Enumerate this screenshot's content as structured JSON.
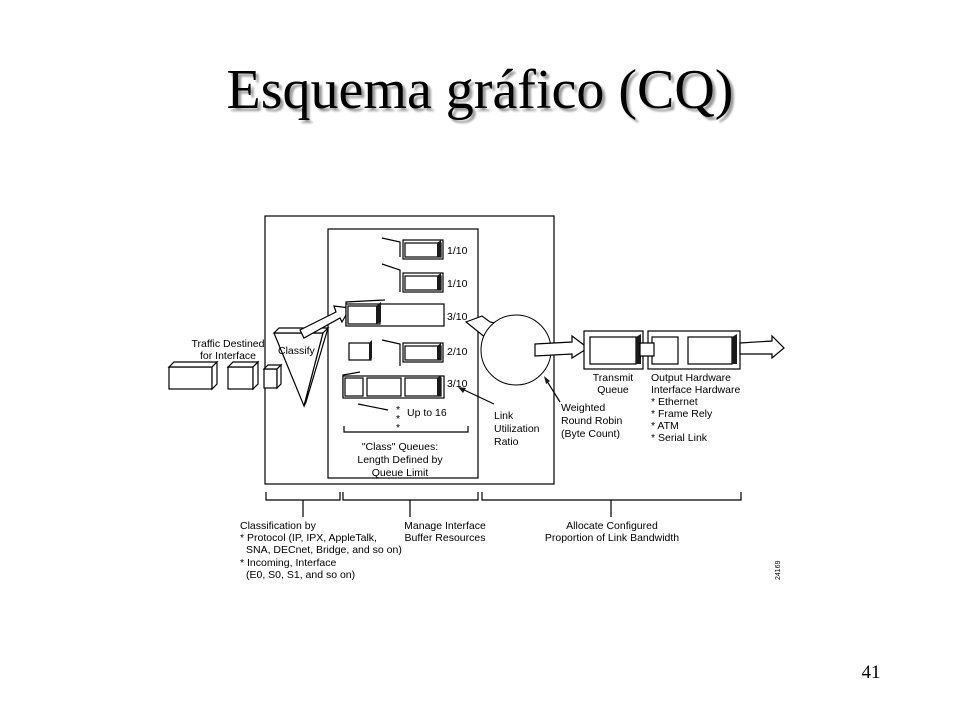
{
  "slide": {
    "title": "Esquema gráfico (CQ)",
    "number": "41"
  },
  "diagram": {
    "input": {
      "line1": "Traffic Destined",
      "line2": "for Interface"
    },
    "classify": "Classify",
    "queues": [
      {
        "share": "1/10"
      },
      {
        "share": "1/10"
      },
      {
        "share": "3/10"
      },
      {
        "share": "2/10"
      },
      {
        "share": "3/10"
      }
    ],
    "up_to": "Up to 16",
    "queue_caption": [
      "\"Class\" Queues:",
      "Length Defined by",
      "Queue Limit"
    ],
    "link_util": [
      "Link",
      "Utilization",
      "Ratio"
    ],
    "wrr": [
      "Weighted",
      "Round Robin",
      "(Byte Count)"
    ],
    "transmit": [
      "Transmit",
      "Queue"
    ],
    "output": [
      "Output Hardware",
      "Interface Hardware",
      "* Ethernet",
      "* Frame Rely",
      "* ATM",
      "* Serial Link"
    ],
    "bottom": {
      "classification": [
        "Classification by",
        "* Protocol (IP, IPX, AppleTalk,",
        "SNA, DECnet, Bridge, and so on)",
        "* Incoming, Interface",
        "(E0, S0, S1, and so on)"
      ],
      "manage": [
        "Manage Interface",
        "Buffer Resources"
      ],
      "allocate": [
        "Allocate Configured",
        "Proportion of Link Bandwidth"
      ]
    },
    "figure_id": "24169"
  }
}
